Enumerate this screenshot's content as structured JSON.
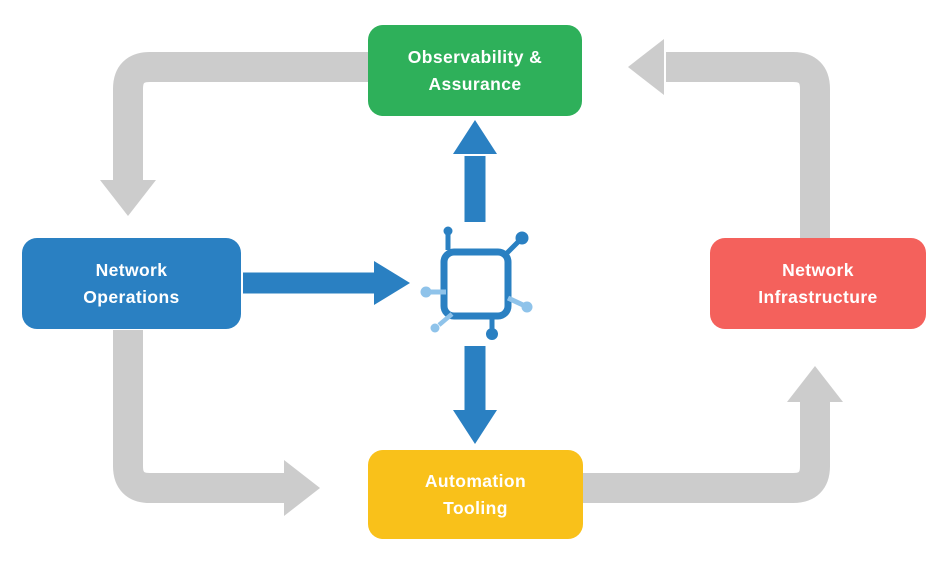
{
  "diagram": {
    "background": "#FFFFFF",
    "nodes": {
      "observability": {
        "label": "Observability &\nAssurance",
        "color": "#2EB05A"
      },
      "operations": {
        "label": "Network\nOperations",
        "color": "#2A80C2"
      },
      "infrastructure": {
        "label": "Network\nInfrastructure",
        "color": "#F4615C"
      },
      "automation": {
        "label": "Automation\nTooling",
        "color": "#F9C11A"
      }
    },
    "colors": {
      "arrow_gray": "#CCCCCC",
      "arrow_blue": "#2A80C2",
      "icon_dark": "#2A80C2",
      "icon_light": "#8FC3EA",
      "node_text": "#FFFFFF"
    },
    "flow": [
      "Observability & Assurance -> Network Operations",
      "Network Operations -> Automation Tooling",
      "Automation Tooling -> Network Infrastructure",
      "Network Infrastructure -> Observability & Assurance"
    ],
    "hub": {
      "icon": "network-icon",
      "links": [
        "Network Operations -> hub",
        "hub -> Observability & Assurance",
        "hub -> Automation Tooling"
      ]
    }
  }
}
